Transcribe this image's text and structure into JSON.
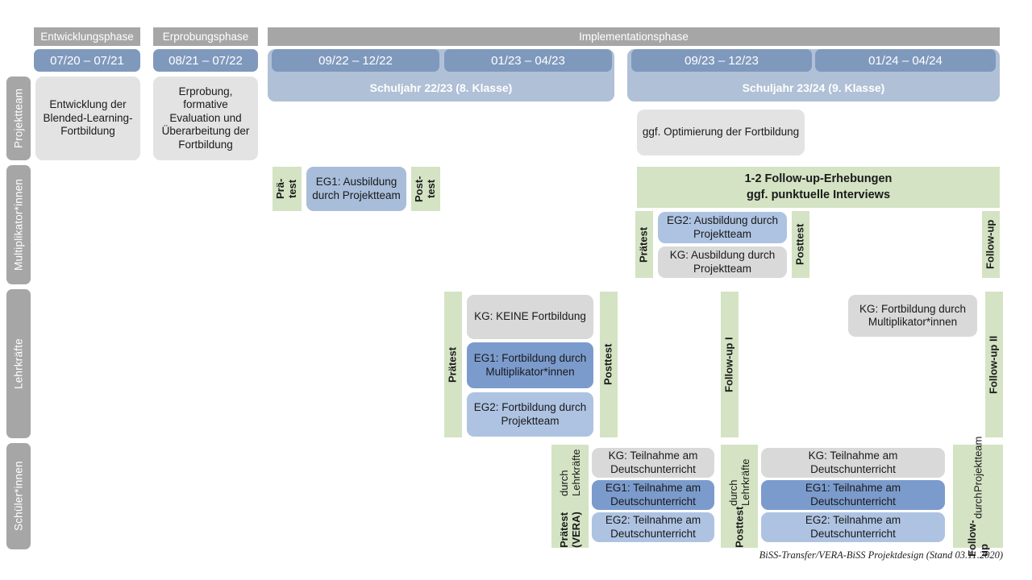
{
  "phases": [
    {
      "label": "Entwicklungsphase"
    },
    {
      "label": "Erprobungsphase"
    },
    {
      "label": "Implementationsphase"
    }
  ],
  "periods": [
    {
      "label": "07/20 – 07/21"
    },
    {
      "label": "08/21 – 07/22"
    },
    {
      "label": "09/22 – 12/22"
    },
    {
      "label": "01/23 – 04/23"
    },
    {
      "label": "09/23 – 12/23"
    },
    {
      "label": "01/24 – 04/24"
    }
  ],
  "school_years": [
    {
      "label": "Schuljahr 22/23 (8. Klasse)"
    },
    {
      "label": "Schuljahr 23/24 (9. Klasse)"
    }
  ],
  "roles": [
    {
      "label": "Projektteam"
    },
    {
      "label": "Multiplikator*innen"
    },
    {
      "label": "Lehrkräfte"
    },
    {
      "label": "Schüler*innen"
    }
  ],
  "projektteam": {
    "boxes": [
      {
        "text": "Entwicklung der Blended-Learning-Fortbildung"
      },
      {
        "text": "Erprobung, formative Evaluation und Überarbeitung der Fortbildung"
      },
      {
        "text": "ggf. Optimierung der Fortbildung"
      }
    ]
  },
  "multiplikatoren": {
    "pretest_1": {
      "line1": "Prä-",
      "line2": "test"
    },
    "posttest_1": {
      "line1": "Post-",
      "line2": "test"
    },
    "box_eg1": {
      "text": "EG1: Ausbildung durch Projektteam"
    },
    "followup_band": {
      "line1": "1-2 Follow-up-Erhebungen",
      "line2": "ggf. punktuelle Interviews"
    },
    "pretest_2": {
      "label": "Prätest"
    },
    "posttest_2": {
      "label": "Posttest"
    },
    "followup": {
      "label": "Follow-up"
    },
    "box_eg2": {
      "text": "EG2: Ausbildung durch Projektteam"
    },
    "box_kg": {
      "text": "KG: Ausbildung durch Projektteam"
    }
  },
  "lehrkraefte": {
    "pretest": {
      "label": "Prätest"
    },
    "posttest": {
      "label": "Posttest"
    },
    "followup_1": {
      "label": "Follow-up I"
    },
    "followup_2": {
      "label": "Follow-up II"
    },
    "box_kg": {
      "text": "KG: KEINE Fortbildung"
    },
    "box_eg1": {
      "text": "EG1: Fortbildung durch Multiplikator*innen"
    },
    "box_eg2": {
      "text": "EG2: Fortbildung durch Projektteam"
    },
    "box_kg_right": {
      "text": "KG: Fortbildung durch Multiplikator*innen"
    }
  },
  "schueler": {
    "pretest": {
      "main": "Prätest (VERA)",
      "sub": "durch Lehrkräfte"
    },
    "posttest": {
      "main": "Posttest",
      "sub": "durch Lehrkräfte"
    },
    "followup": {
      "main": "Follow-up",
      "sub": "durch",
      "sub2": "Projektteam"
    },
    "left_boxes": [
      {
        "text": "KG: Teilnahme am Deutschunterricht"
      },
      {
        "text": "EG1: Teilnahme am Deutschunterricht"
      },
      {
        "text": "EG2: Teilnahme am Deutschunterricht"
      }
    ],
    "right_boxes": [
      {
        "text": "KG: Teilnahme am Deutschunterricht"
      },
      {
        "text": "EG1: Teilnahme am Deutschunterricht"
      },
      {
        "text": "EG2: Teilnahme am Deutschunterricht"
      }
    ]
  },
  "footer": {
    "text": "BiSS-Transfer/VERA-BiSS Projektdesign (Stand 03.11.2020)"
  },
  "colors": {
    "grey_bar": "#a6a6a6",
    "period_blue": "#7f99bd",
    "schoolyear_blue": "#b0c0d6",
    "eg1_blue": "#7b9bcd",
    "eg2_blue": "#aec3e2",
    "kg_grey": "#d9d9d9",
    "test_green": "#d4e3c3"
  }
}
